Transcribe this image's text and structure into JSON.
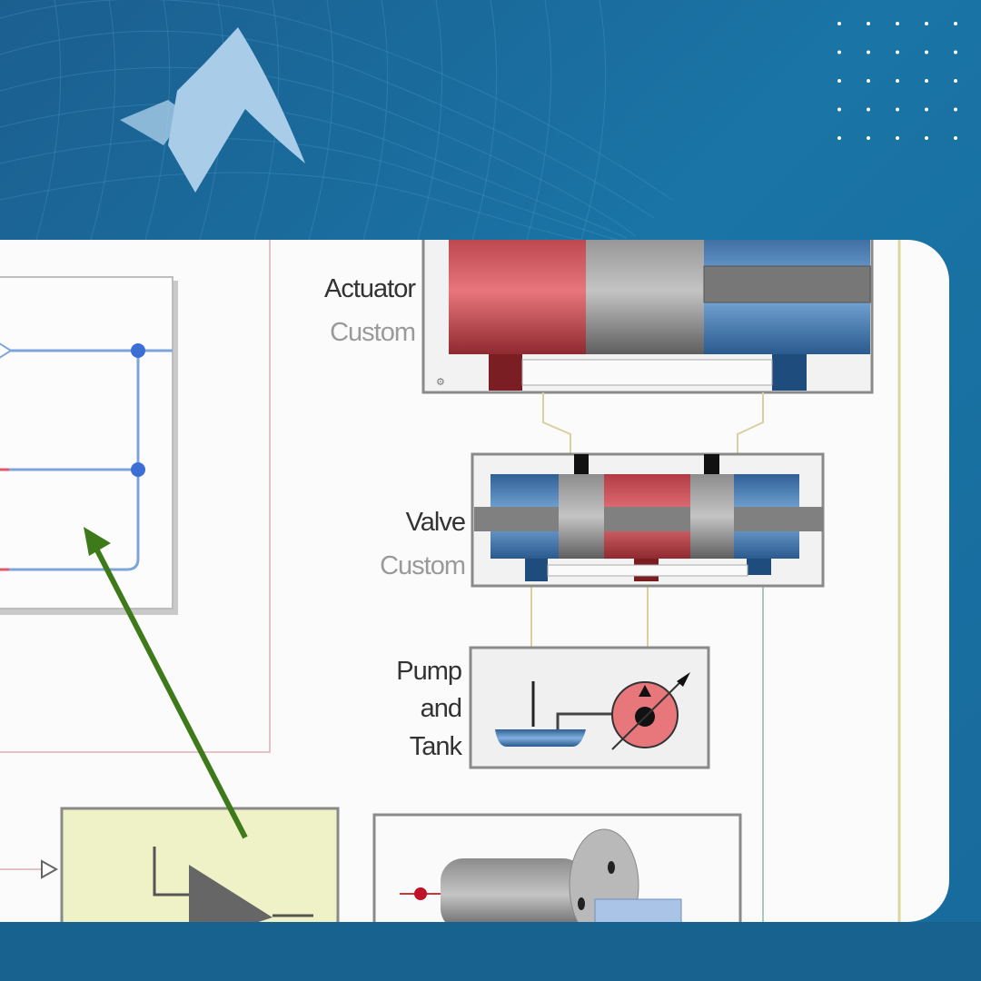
{
  "branding": {
    "logo": "matlab-membrane-logo",
    "decor": [
      "wireframe-surface",
      "dot-grid"
    ]
  },
  "colors": {
    "background": "#1a6ea0",
    "panel": "#fbfbfb",
    "actuator_red": "#d9646b",
    "hydraulic_blue": "#3b78b5",
    "gain_block": "#eef2c6",
    "arrow": "#3f7a1a"
  },
  "diagram": {
    "actuator": {
      "name": "Actuator",
      "variant": "Custom"
    },
    "valve": {
      "name": "Valve",
      "variant": "Custom"
    },
    "pump": {
      "name_lines": [
        "Pump",
        "and",
        "Tank"
      ]
    }
  }
}
